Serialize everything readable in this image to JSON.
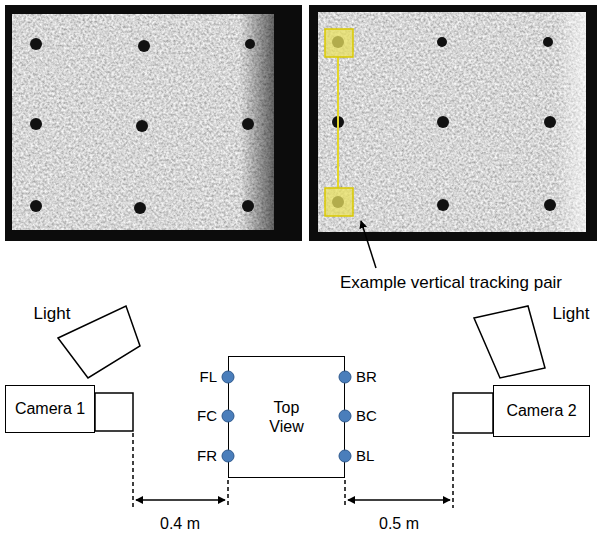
{
  "diagram": {
    "nodes": [
      {
        "text": [
          "Camera 1"
        ]
      },
      {
        "text": [
          "Top View"
        ]
      },
      {
        "text": [
          "Camera 2"
        ]
      }
    ],
    "labels": [
      "Example vertical tracking pair",
      "Light",
      "Light",
      "FL",
      "BR",
      "FC",
      "BC",
      "FR",
      "BL",
      "0.4 m",
      "0.5 m"
    ]
  }
}
